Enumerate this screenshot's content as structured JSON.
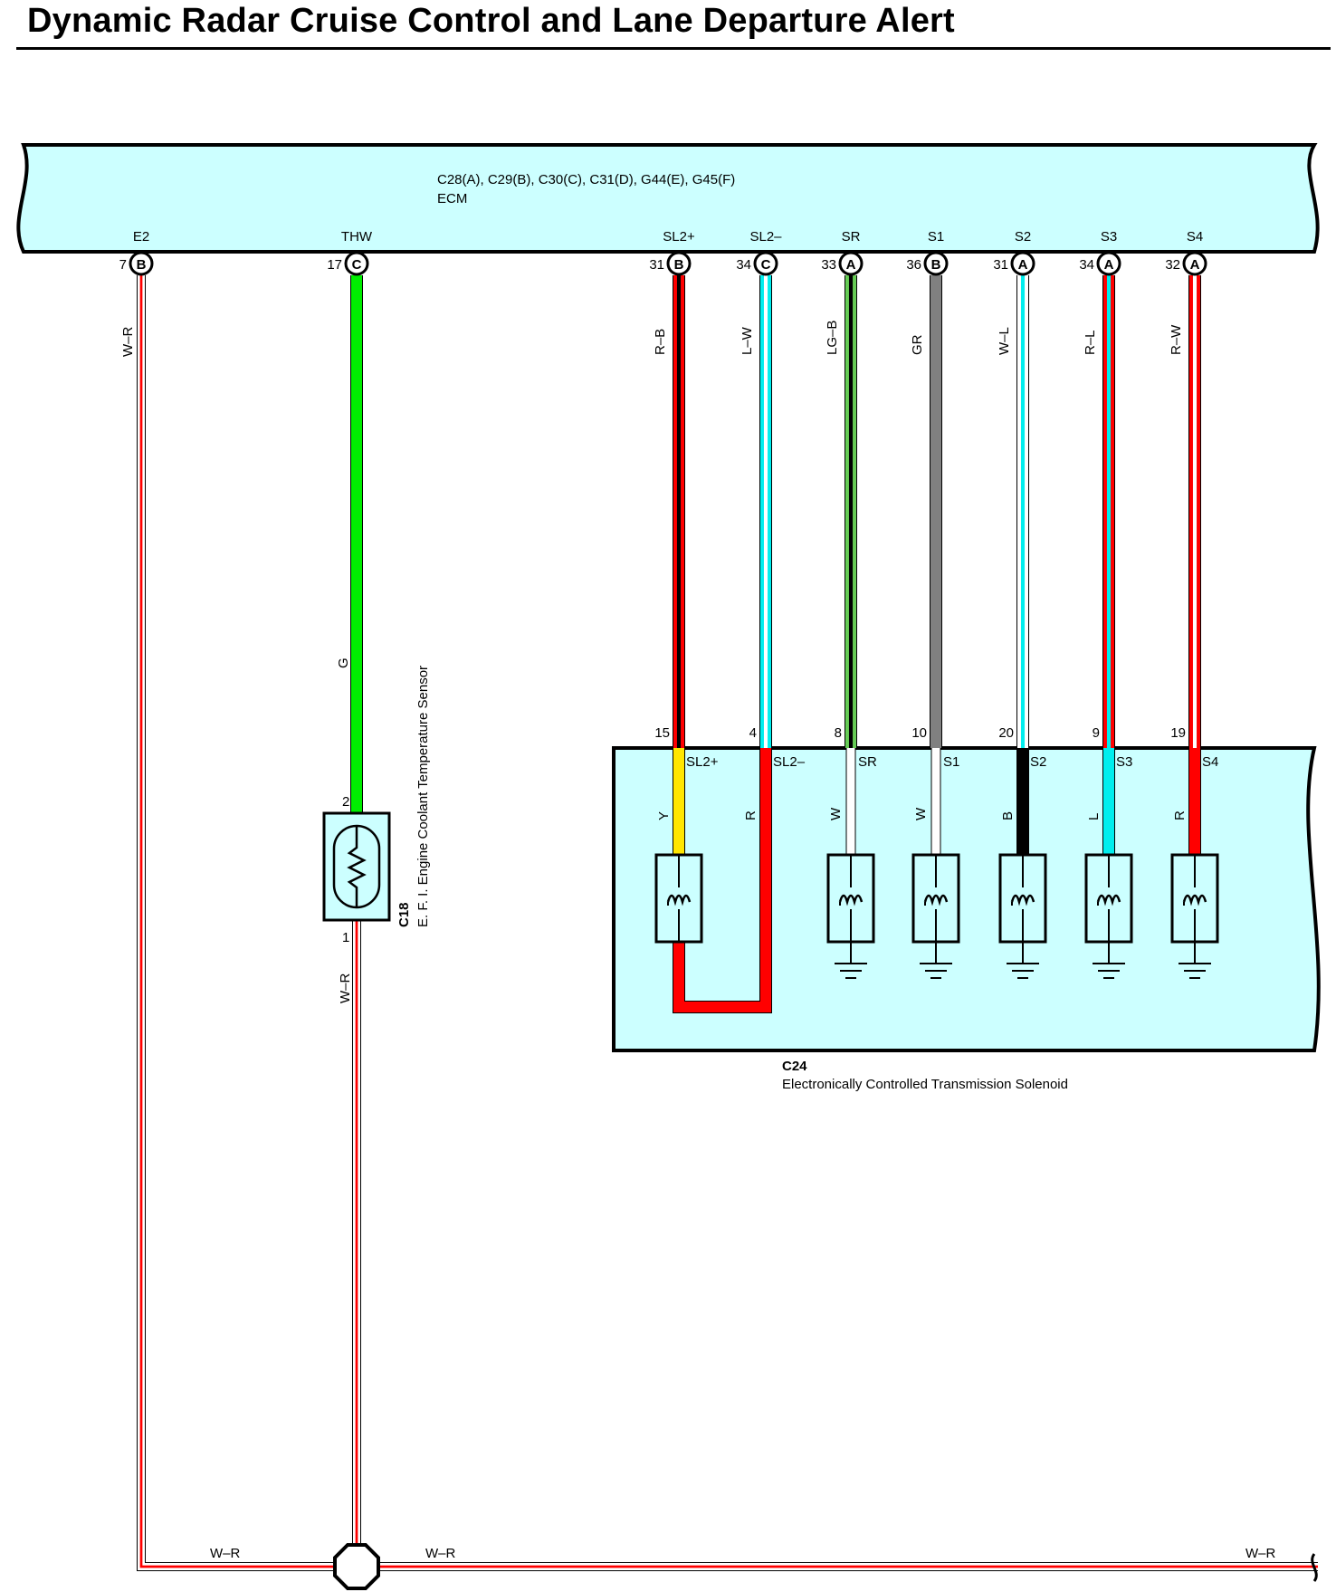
{
  "title": "Dynamic Radar Cruise Control and Lane Departure Alert",
  "colors": {
    "ecm_fill": "#ccffff",
    "W": "#ffffff",
    "R": "#ff0000",
    "B": "#000000",
    "G": "#00ee00",
    "L": "#00eeee",
    "LG": "#66cc55",
    "GR": "#808080",
    "Y": "#ffe600"
  },
  "ecm": {
    "connectors": "C28(A), C29(B), C30(C), C31(D), G44(E), G45(F)",
    "name": "ECM",
    "terminals": [
      {
        "id": "E2",
        "label": "E2",
        "pin": "7",
        "conn": "B",
        "wire": "W–R"
      },
      {
        "id": "THW",
        "label": "THW",
        "pin": "17",
        "conn": "C",
        "wire": "G"
      },
      {
        "id": "SL2P",
        "label": "SL2+",
        "pin": "31",
        "conn": "B",
        "wire": "R–B"
      },
      {
        "id": "SL2M",
        "label": "SL2–",
        "pin": "34",
        "conn": "C",
        "wire": "L–W"
      },
      {
        "id": "SR",
        "label": "SR",
        "pin": "33",
        "conn": "A",
        "wire": "LG–B"
      },
      {
        "id": "S1",
        "label": "S1",
        "pin": "36",
        "conn": "B",
        "wire": "GR"
      },
      {
        "id": "S2",
        "label": "S2",
        "pin": "31",
        "conn": "A",
        "wire": "W–L"
      },
      {
        "id": "S3",
        "label": "S3",
        "pin": "34",
        "conn": "A",
        "wire": "R–L"
      },
      {
        "id": "S4",
        "label": "S4",
        "pin": "32",
        "conn": "A",
        "wire": "R–W"
      }
    ]
  },
  "sensor": {
    "code": "C18",
    "name": "E. F. I.  Engine Coolant Temperature Sensor",
    "pin_top": "2",
    "pin_bottom": "1",
    "wire_bottom": "W–R"
  },
  "solenoid": {
    "code": "C24",
    "name": "Electronically Controlled Transmission Solenoid",
    "terminals": [
      {
        "id": "SL2P",
        "label": "SL2+",
        "pin": "15",
        "wire": "Y"
      },
      {
        "id": "SL2M",
        "label": "SL2–",
        "pin": "4",
        "wire": "R"
      },
      {
        "id": "SR",
        "label": "SR",
        "pin": "8",
        "wire": "W"
      },
      {
        "id": "S1",
        "label": "S1",
        "pin": "10",
        "wire": "W"
      },
      {
        "id": "S2",
        "label": "S2",
        "pin": "20",
        "wire": "B"
      },
      {
        "id": "S3",
        "label": "S3",
        "pin": "9",
        "wire": "L"
      },
      {
        "id": "S4",
        "label": "S4",
        "pin": "19",
        "wire": "R"
      }
    ]
  },
  "ground_bus": {
    "wire_left": "W–R",
    "wire_mid": "W–R",
    "wire_right": "W–R"
  }
}
